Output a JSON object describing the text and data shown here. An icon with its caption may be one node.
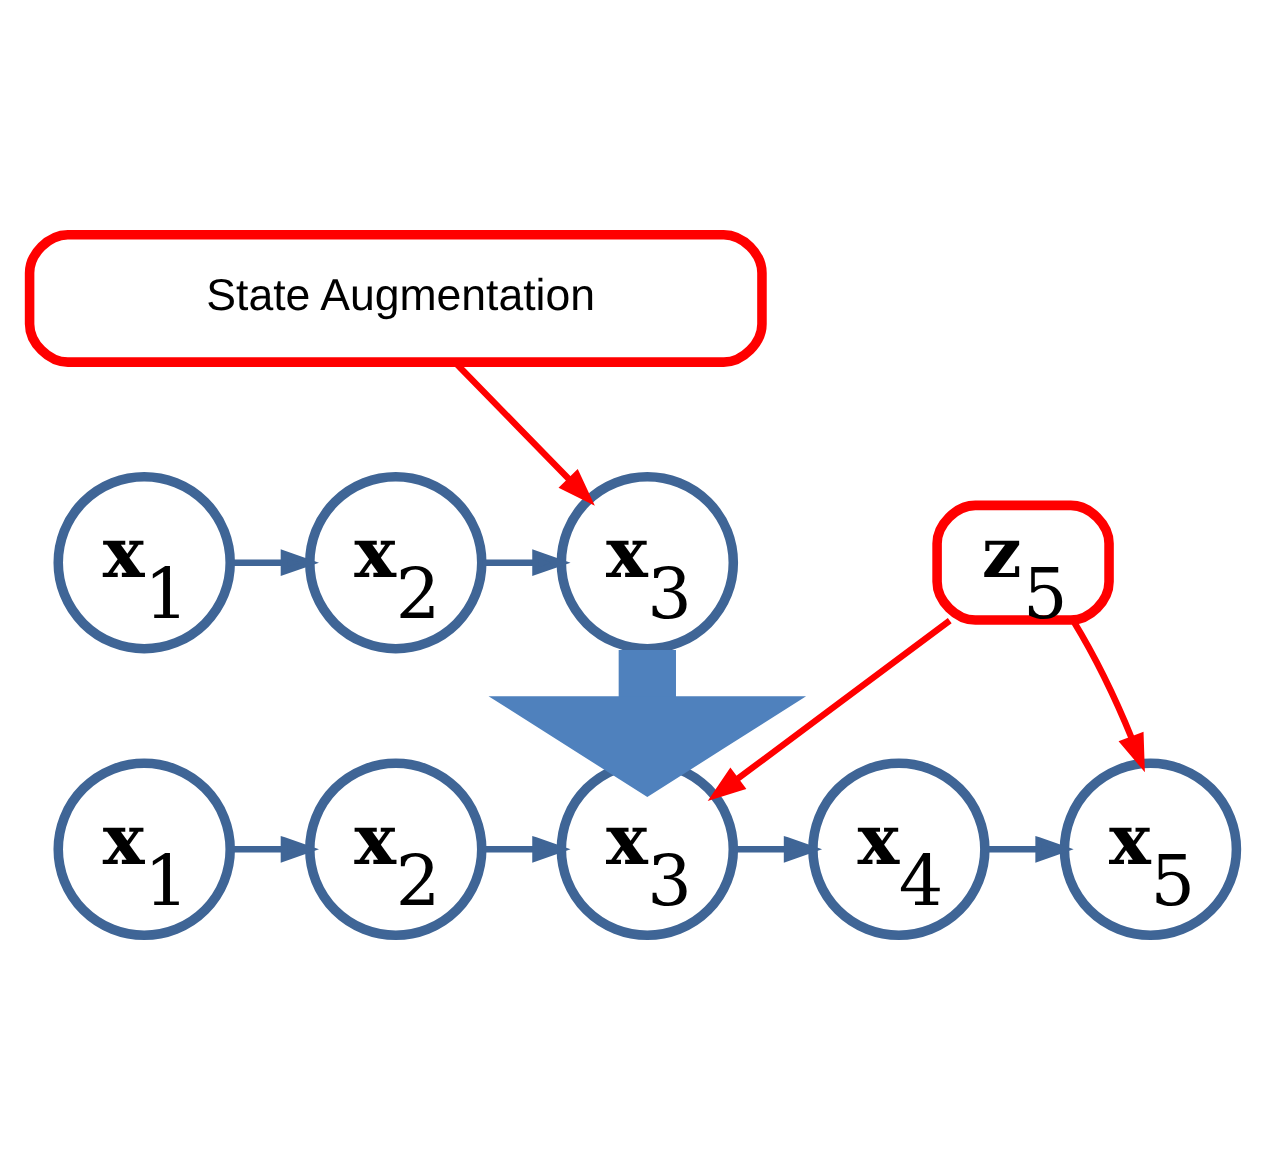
{
  "diagram": {
    "nodes": [
      {
        "text": [
          "State Augmentation"
        ]
      },
      {
        "text": [
          "**x**$_{1}$"
        ]
      },
      {
        "text": [
          "**x**$_{2}$"
        ]
      },
      {
        "text": [
          "**x**$_{3}$"
        ]
      },
      {
        "text": [
          "**x**$_{1}$"
        ]
      },
      {
        "text": [
          "**x**$_{2}$"
        ]
      },
      {
        "text": [
          "**x**$_{3}$"
        ]
      },
      {
        "text": [
          "**x**$_{4}$"
        ]
      },
      {
        "text": [
          "**x**$_{5}$"
        ]
      },
      {
        "text": [
          "**z**$_{5}$"
        ]
      }
    ],
    "edges": [
      {
        "from": 0,
        "to": 3,
        "arrow": "to",
        "color": "#ff0000"
      },
      {
        "from": 1,
        "to": 2,
        "arrow": "to"
      },
      {
        "from": 2,
        "to": 3,
        "arrow": "to"
      },
      {
        "from": 3,
        "to": 6,
        "arrow": "to",
        "style": "thick"
      },
      {
        "from": 4,
        "to": 5,
        "arrow": "to"
      },
      {
        "from": 5,
        "to": 6,
        "arrow": "to"
      },
      {
        "from": 6,
        "to": 7,
        "arrow": "to"
      },
      {
        "from": 7,
        "to": 8,
        "arrow": "to"
      },
      {
        "from": 9,
        "to": 6,
        "arrow": "to",
        "color": "#ff0000"
      },
      {
        "from": 9,
        "to": 8,
        "arrow": "to",
        "color": "#ff0000"
      }
    ]
  }
}
